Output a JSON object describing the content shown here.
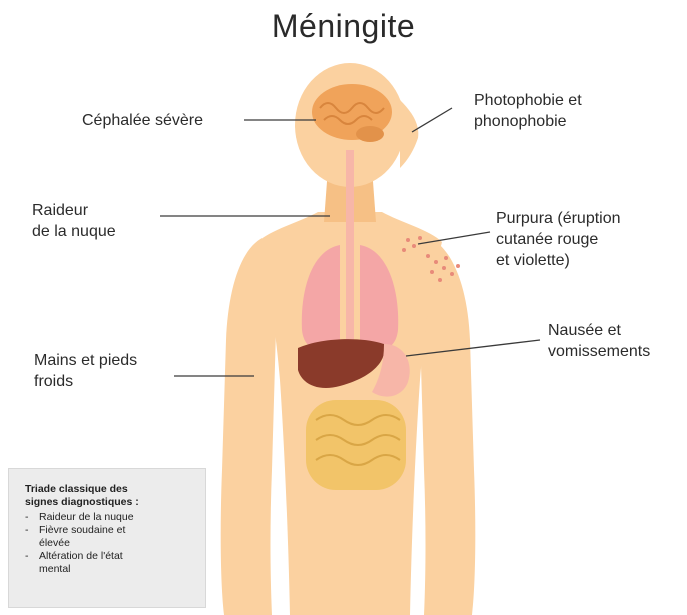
{
  "title": "Méningite",
  "labels": {
    "headache": [
      "Céphalée sévère"
    ],
    "photophobia": [
      "Photophobie et",
      "phonophobie"
    ],
    "stiff_neck": [
      "Raideur",
      "de la nuque"
    ],
    "purpura": [
      "Purpura (éruption",
      "cutanée rouge",
      "et violette)"
    ],
    "nausea": [
      "Nausée et",
      "vomissements"
    ],
    "cold_limbs": [
      "Mains et pieds",
      "froids"
    ]
  },
  "legend": {
    "title": [
      "Triade classique des",
      "signes diagnostiques :"
    ],
    "items": [
      [
        "Raideur de la nuque"
      ],
      [
        "Fièvre soudaine et",
        "élevée"
      ],
      [
        "Altération de l'état",
        "mental"
      ]
    ]
  },
  "colors": {
    "skin": "#fbd1a0",
    "skin_shade": "#f6c085",
    "brain": "#f0a35a",
    "lungs": "#f4a6a6",
    "liver": "#8a3a2a",
    "intestine": "#f2c469",
    "stomach": "#f7b6a8",
    "leader_line": "#3a3a3a"
  }
}
